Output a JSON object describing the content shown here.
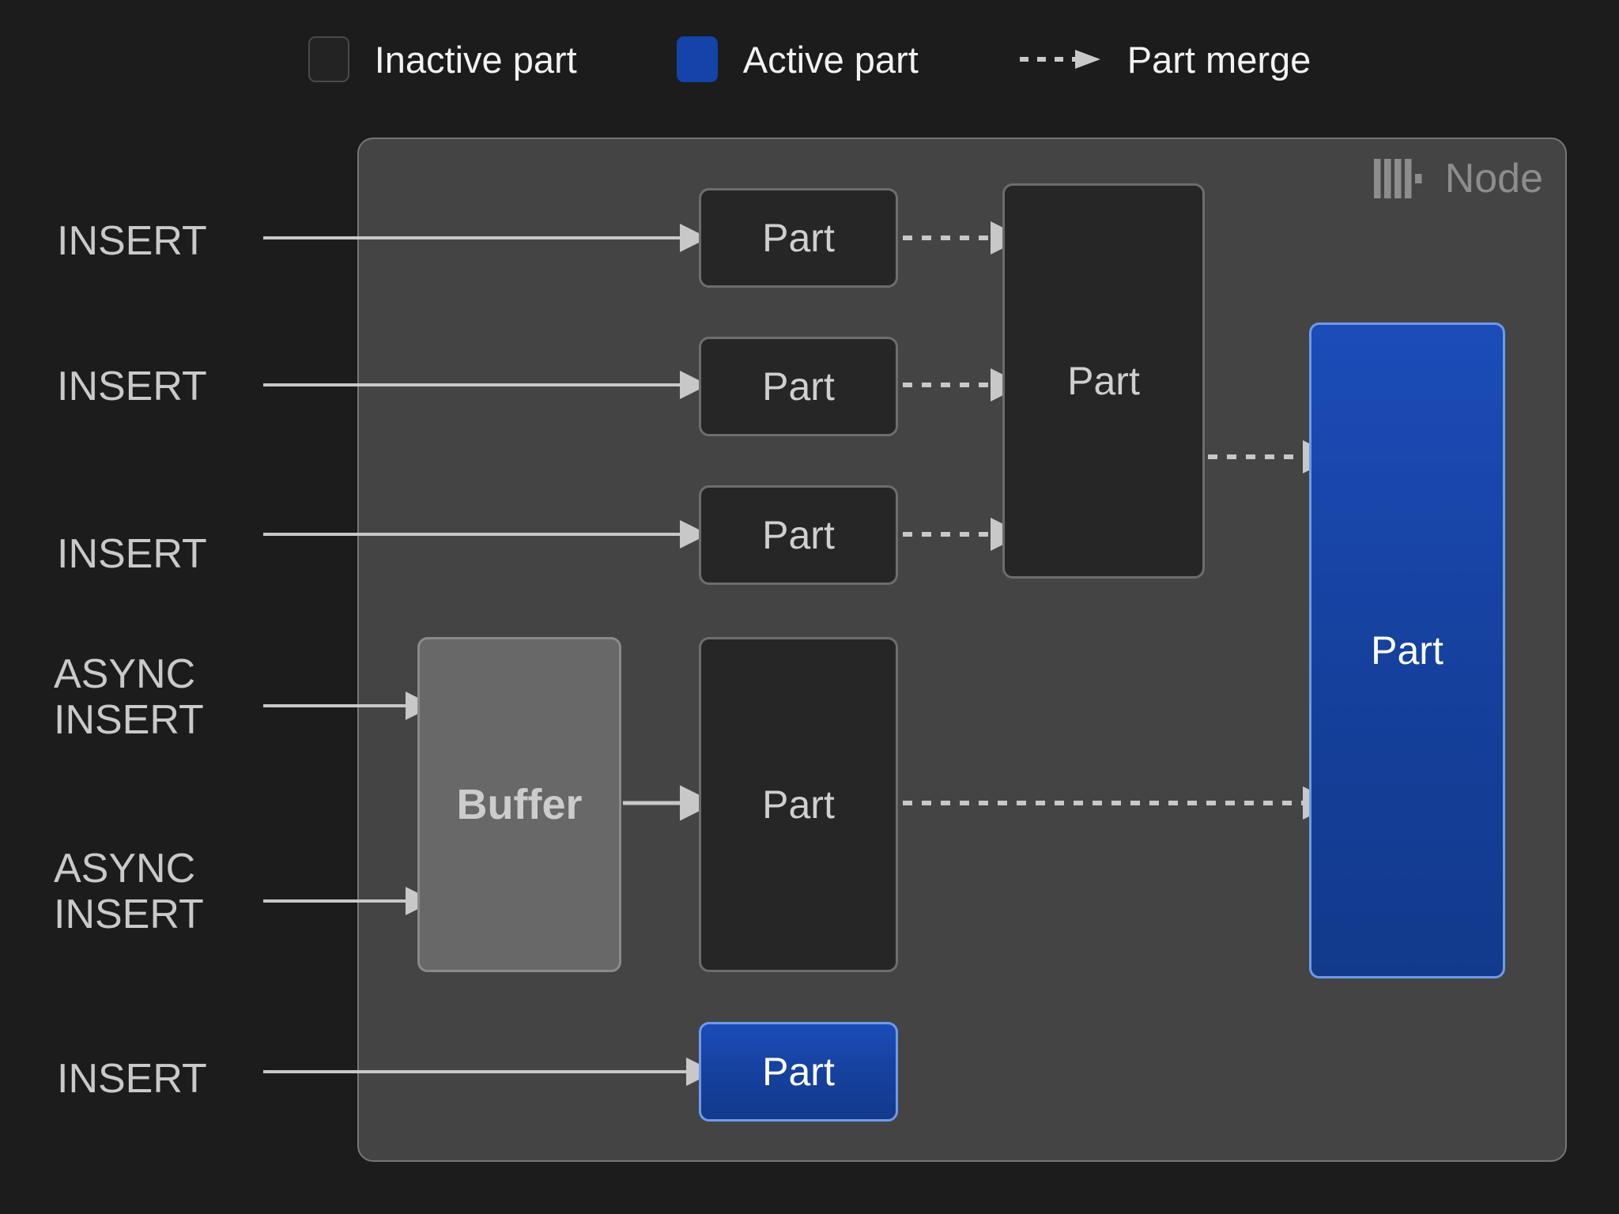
{
  "page": {
    "background": "#1c1c1c",
    "title": "ClickHouse part merge diagram"
  },
  "legend": {
    "items": [
      {
        "label": "Inactive part",
        "swatch": "inactive-part-swatch",
        "color": "#232323",
        "border": "#4a4a4a"
      },
      {
        "label": "Active part",
        "swatch": "active-part-swatch",
        "color": "#1443a9",
        "border": "#1443a9"
      },
      {
        "label": "Part merge",
        "swatch": "dashed-arrow-icon",
        "color": "#c8c8c8",
        "border": "#c8c8c8"
      }
    ]
  },
  "node": {
    "tag_label": "Node",
    "logo_icon": "clickhouse-logo-icon",
    "fill": "#444444",
    "border": "#767676"
  },
  "sources": [
    {
      "label": "INSERT",
      "line1": "INSERT",
      "line2": ""
    },
    {
      "label": "INSERT",
      "line1": "INSERT",
      "line2": ""
    },
    {
      "label": "INSERT",
      "line1": "INSERT",
      "line2": ""
    },
    {
      "label": "ASYNC INSERT",
      "line1": "ASYNC",
      "line2": "INSERT"
    },
    {
      "label": "ASYNC INSERT",
      "line1": "ASYNC",
      "line2": "INSERT"
    },
    {
      "label": "INSERT",
      "line1": "INSERT",
      "line2": ""
    }
  ],
  "boxes": {
    "part_col1_a": {
      "label": "Part",
      "state": "inactive"
    },
    "part_col1_b": {
      "label": "Part",
      "state": "inactive"
    },
    "part_col1_c": {
      "label": "Part",
      "state": "inactive"
    },
    "buffer": {
      "label": "Buffer",
      "state": "buffer"
    },
    "part_async": {
      "label": "Part",
      "state": "inactive"
    },
    "part_bottom": {
      "label": "Part",
      "state": "active"
    },
    "part_merged_mid": {
      "label": "Part",
      "state": "inactive"
    },
    "part_merged_final": {
      "label": "Part",
      "state": "active"
    }
  },
  "colors": {
    "page_bg": "#1c1c1c",
    "node_fill": "#444444",
    "node_border": "#767676",
    "inactive_fill": "#262626",
    "inactive_border": "#6d6d6d",
    "inactive_text": "#cfcfcf",
    "active_fill": "#1443a9",
    "active_border": "#6f9ae8",
    "active_text": "#ffffff",
    "buffer_fill": "#686868",
    "buffer_border": "#8a8a8a",
    "buffer_text": "#cccccc",
    "arrow": "#c8c8c8",
    "legend_text": "#f2f2f2",
    "source_text": "#c9c9c9",
    "node_tag_text": "#8d8d8d"
  }
}
